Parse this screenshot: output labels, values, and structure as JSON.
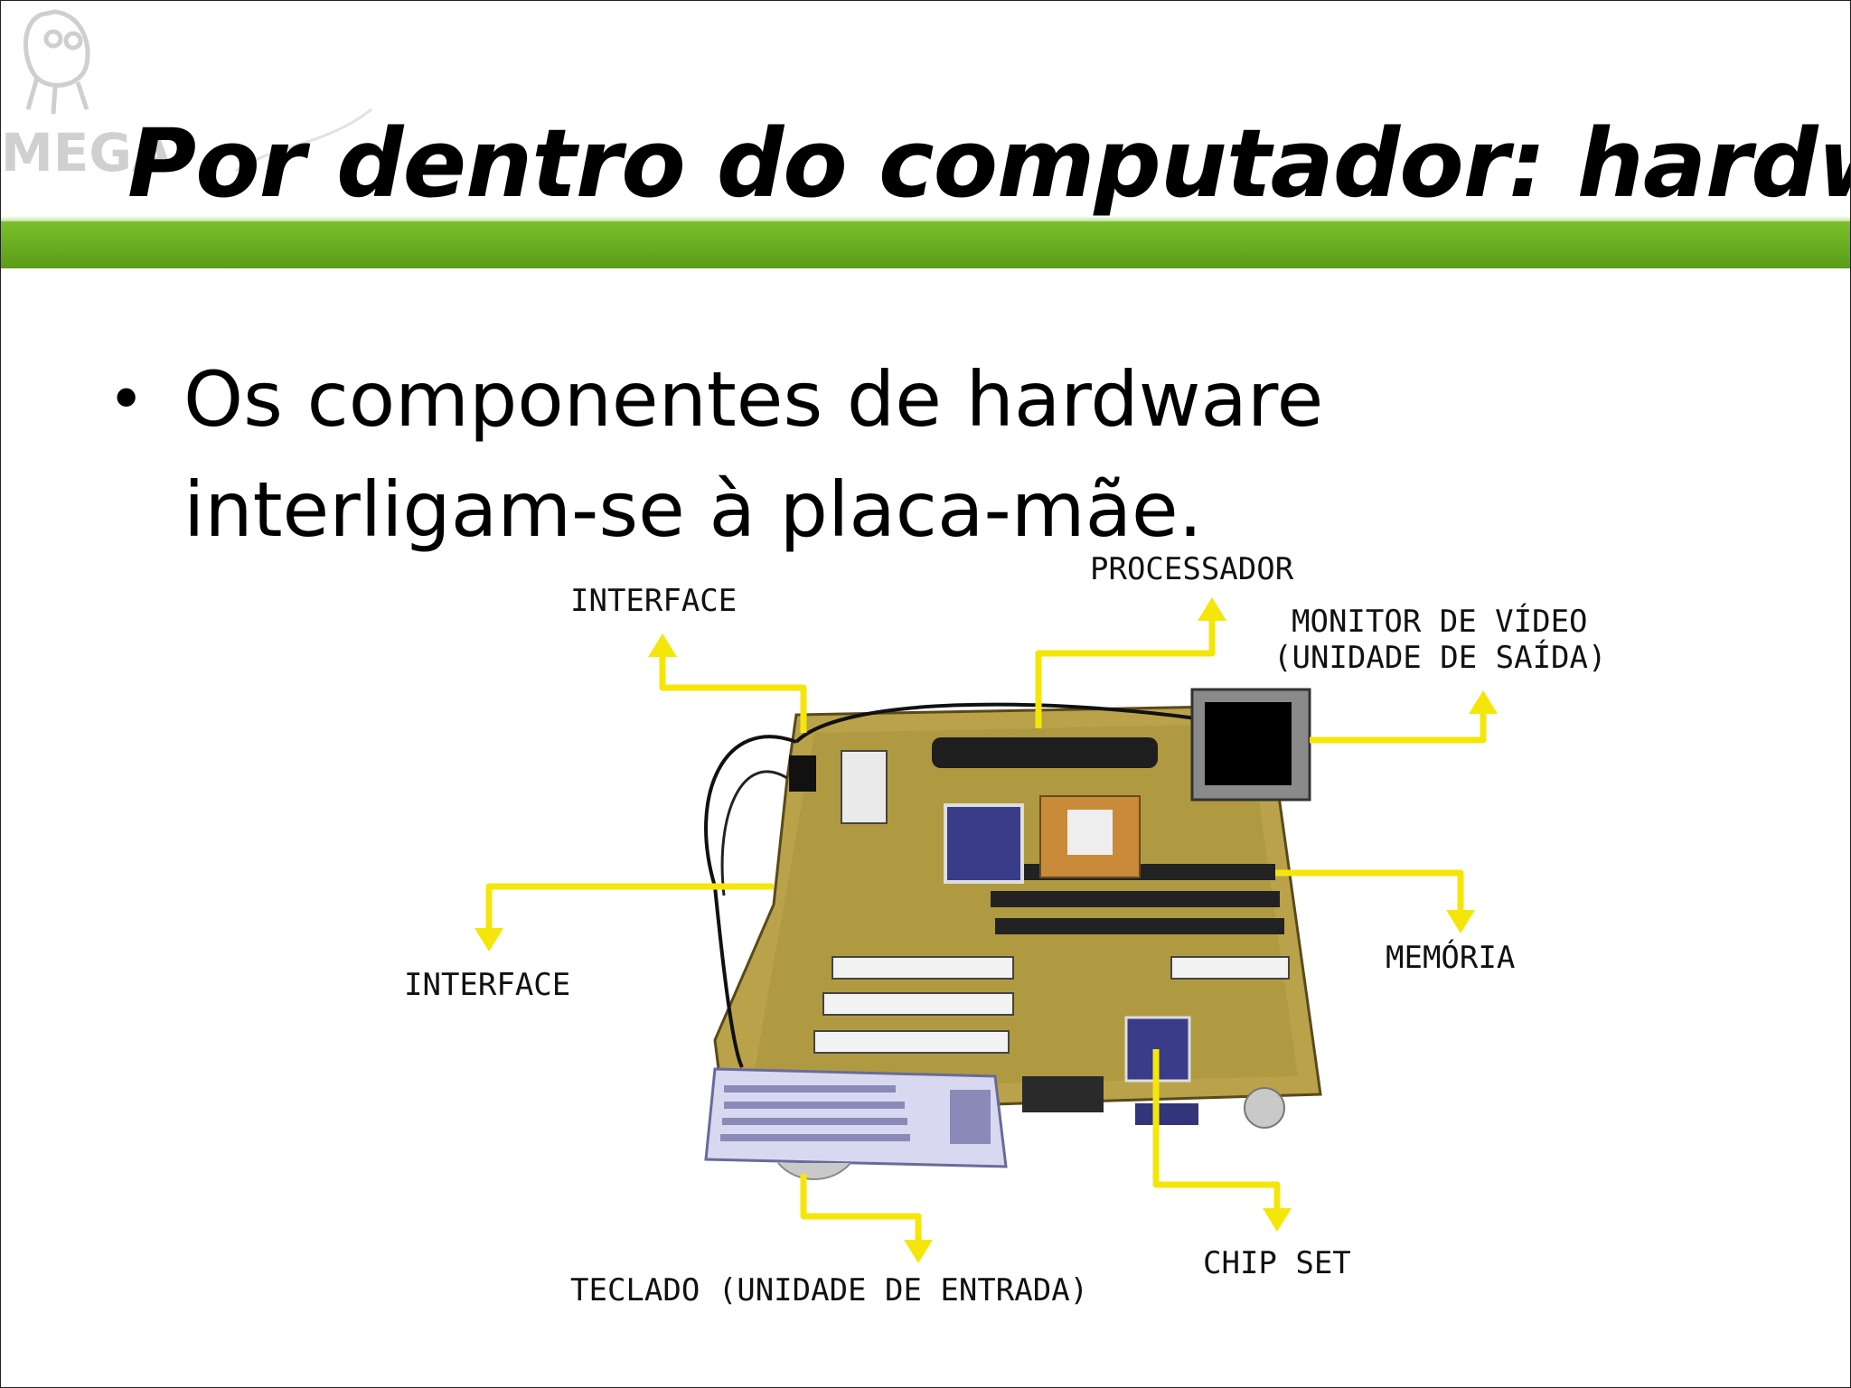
{
  "slide": {
    "logo_text": "MEGA",
    "title": "Por dentro do computador: hardware",
    "bullet_symbol": "•",
    "bullet_text": "Os componentes de hardware interligam-se à placa-mãe."
  },
  "diagram": {
    "labels": {
      "interface_top": "INTERFACE",
      "processador": "PROCESSADOR",
      "monitor_line1": "MONITOR DE VÍDEO",
      "monitor_line2": "(UNIDADE DE SAÍDA)",
      "interface_left": "INTERFACE",
      "memoria": "MEMÓRIA",
      "chip_set": "CHIP SET",
      "teclado": "TECLADO (UNIDADE DE ENTRADA)"
    },
    "colors": {
      "arrow": "#f5e60a",
      "board": "#b9a24a",
      "monitor_screen": "#000000"
    }
  }
}
